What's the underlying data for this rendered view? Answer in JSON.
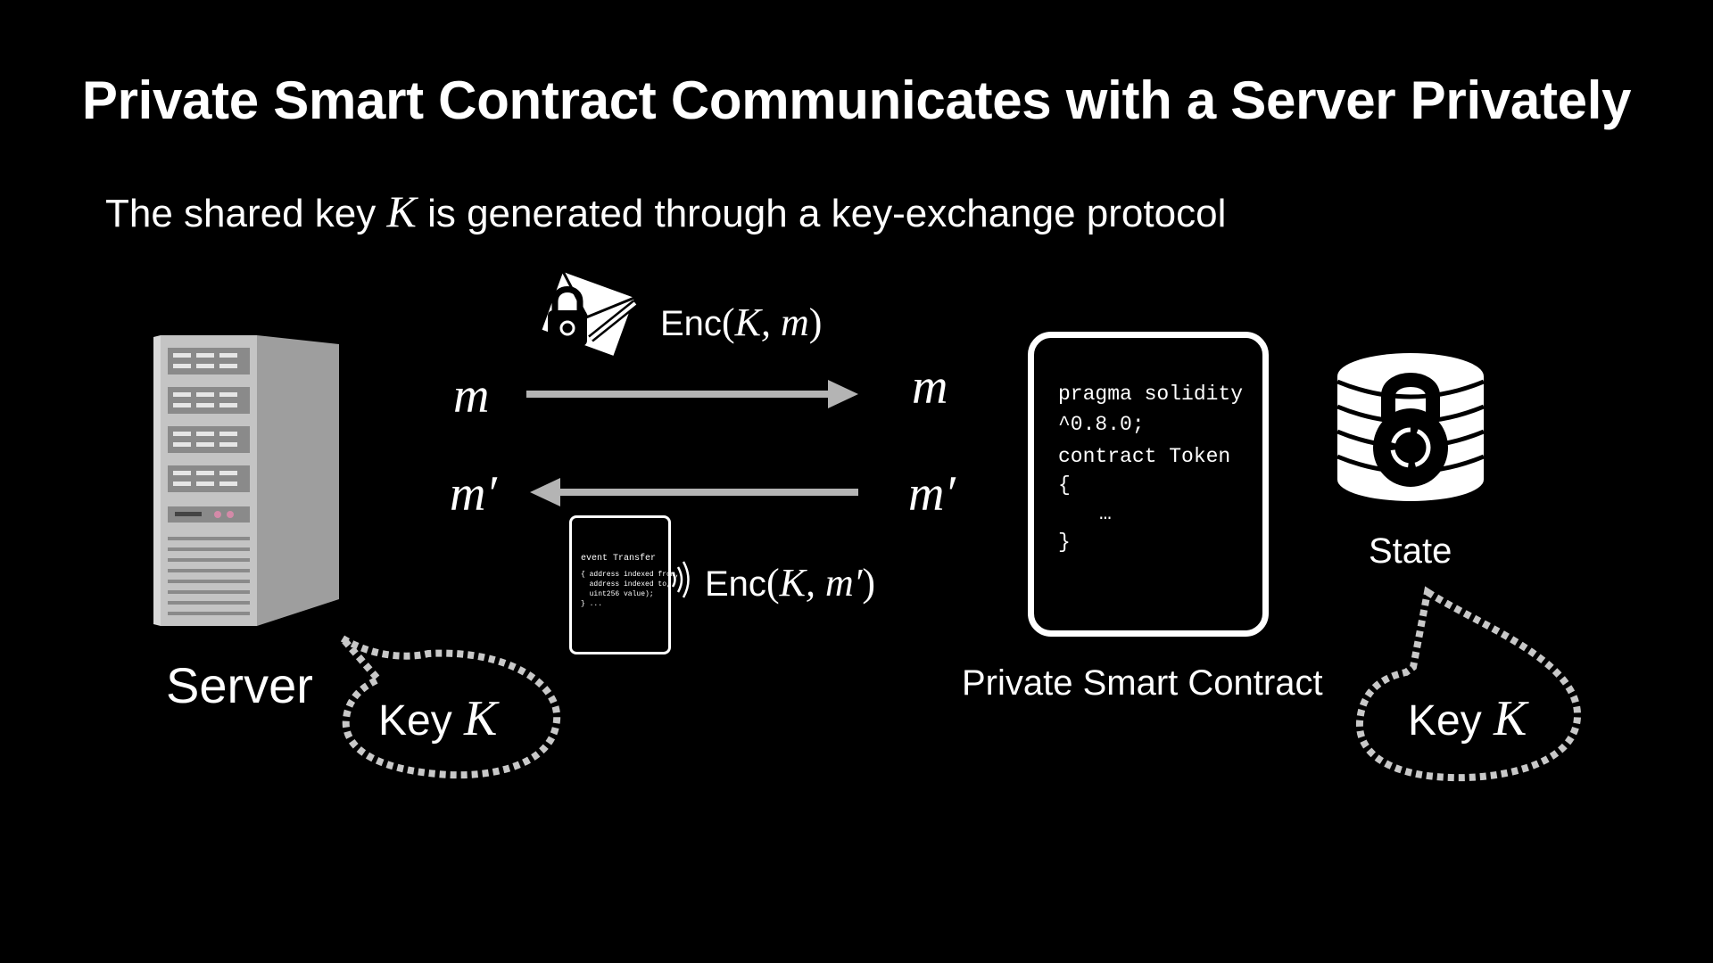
{
  "slide": {
    "title": "Private Smart Contract Communicates with a Server Privately",
    "subtitle": {
      "before": "The shared key ",
      "var": "K",
      "after": " is generated through a key-exchange protocol"
    }
  },
  "messages": {
    "forward": {
      "left": "m",
      "right": "m"
    },
    "backward": {
      "left": "m′",
      "right": "m′"
    }
  },
  "encryption": {
    "forward": {
      "fn": "Enc",
      "open": "(",
      "args": "K, m",
      "close": ")"
    },
    "backward": {
      "fn": "Enc",
      "open": "(",
      "args": "K, m′",
      "close": ")"
    }
  },
  "server": {
    "label": "Server",
    "key": {
      "text": "Key ",
      "var": "K"
    }
  },
  "contract": {
    "label": "Private Smart Contract",
    "code": {
      "line1": "pragma solidity",
      "line2": "^0.8.0;",
      "line3": "contract Token",
      "line4": "{",
      "line5": "…",
      "line6": "}"
    }
  },
  "event_snippet": {
    "line1": "event Transfer",
    "line2": "{ address indexed from,",
    "line3": "  address indexed to,",
    "line4": "  uint256 value);",
    "line5": "} ..."
  },
  "state": {
    "label": "State",
    "key": {
      "text": "Key ",
      "var": "K"
    }
  },
  "icons": {
    "server": "server-tower-icon",
    "envelope": "locked-envelope-icon",
    "database": "locked-database-icon"
  },
  "colors": {
    "background": "#000000",
    "text": "#ffffff",
    "arrow": "#b4b4b4",
    "bubble_border": "#c8c8c8"
  }
}
